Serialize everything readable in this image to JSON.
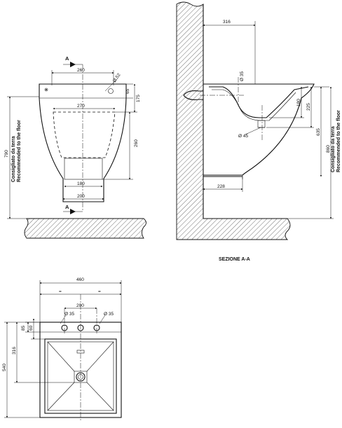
{
  "front_view": {
    "section_marker": "A",
    "dims": {
      "top_width": "260",
      "hole_dia": "Ø 52",
      "top_right_small": "65",
      "right_height": "175",
      "inner_width": "270",
      "inner_height": "260",
      "bottom_inner": "180",
      "bottom_outer": "200",
      "total_height": "790"
    },
    "note_line1": "Consigliato da terra",
    "note_line2": "Recommended to the floor"
  },
  "section_view": {
    "title": "SEZIONE A-A",
    "dims": {
      "top_depth": "316",
      "hole_dia": "Ø 35",
      "height_a": "180",
      "height_b": "225",
      "drain_dia": "Ø 45",
      "height_c": "635",
      "height_d": "860",
      "bottom_depth": "228"
    },
    "note_line1": "Consigliato da terra",
    "note_line2": "Recommended to the floor"
  },
  "plan_view": {
    "dims": {
      "width": "460",
      "left_mark": "=",
      "right_mark": "=",
      "tap_spacing": "200",
      "tap_dia_left": "Ø 35",
      "tap_dia_right": "Ø 35",
      "depth_a": "85",
      "depth_b": "60",
      "depth_c": "316",
      "depth_total": "540"
    }
  }
}
